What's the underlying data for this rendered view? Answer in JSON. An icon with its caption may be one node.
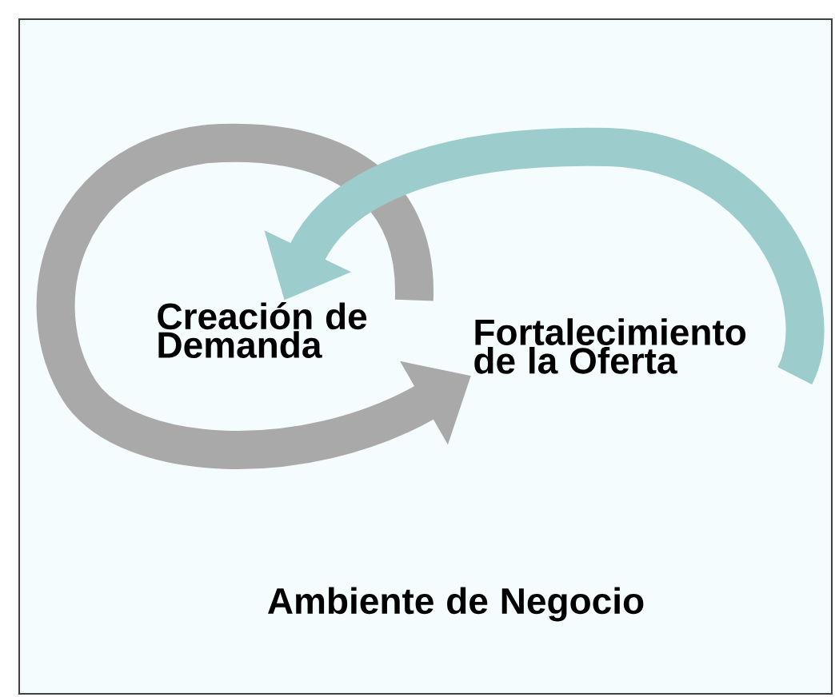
{
  "diagram": {
    "nodes": [
      {
        "text": [
          "Ambiente de Negocio"
        ]
      },
      {
        "text": [
          "Creación de Demanda"
        ],
        "in": 0
      },
      {
        "text": [
          "Fortalecimiento de la Oferta"
        ],
        "in": 0
      }
    ],
    "edges": [
      {
        "from": 1,
        "to": 2,
        "arrow": "to",
        "color": "#a9a9a9"
      },
      {
        "from": 2,
        "to": 1,
        "arrow": "to",
        "color": "#9ccccc"
      }
    ]
  }
}
